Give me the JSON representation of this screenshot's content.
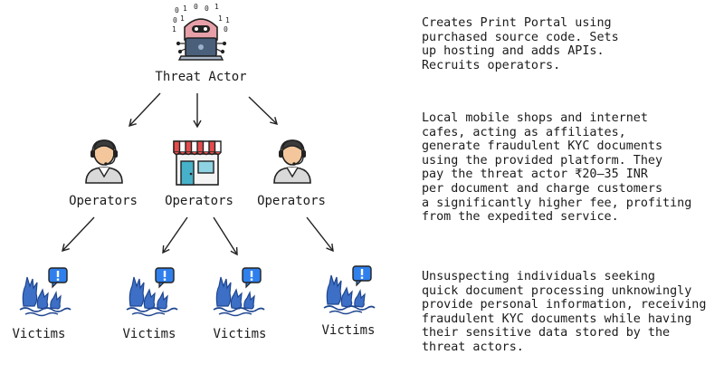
{
  "diagram": {
    "threat_actor": {
      "label": "Threat Actor",
      "icon": "hacker-icon"
    },
    "operators": [
      {
        "label": "Operators",
        "icon": "call-center-operator-icon"
      },
      {
        "label": "Operators",
        "icon": "shop-storefront-icon"
      },
      {
        "label": "Operators",
        "icon": "call-center-operator-icon"
      }
    ],
    "victims": [
      {
        "label": "Victims",
        "icon": "drowning-victim-icon"
      },
      {
        "label": "Victims",
        "icon": "drowning-victim-icon"
      },
      {
        "label": "Victims",
        "icon": "drowning-victim-icon"
      },
      {
        "label": "Victims",
        "icon": "drowning-victim-icon"
      }
    ],
    "descriptions": {
      "threat_actor": "Creates Print Portal using\npurchased source code. Sets\nup hosting and adds APIs.\nRecruits operators.",
      "operators": "Local mobile shops and internet\ncafes, acting as affiliates,\ngenerate fraudulent KYC documents\nusing the provided platform. They\npay the threat actor ₹20–35 INR\nper document and charge customers\na significantly higher fee, profiting\nfrom the expedited service.",
      "victims": "Unsuspecting individuals seeking\nquick document processing unknowingly\nprovide personal information, receiving\nfraudulent KYC documents while having\ntheir sensitive data stored by the\nthreat actors."
    },
    "colors": {
      "victim_blue": "#3d6fc6",
      "victim_dark": "#1f4690",
      "alert_blue": "#2f80ed",
      "shop_red": "#e54b4b",
      "shop_teal": "#46b1c9",
      "hacker_pink": "#e8a0a8",
      "laptop": "#4a5f7a"
    }
  }
}
